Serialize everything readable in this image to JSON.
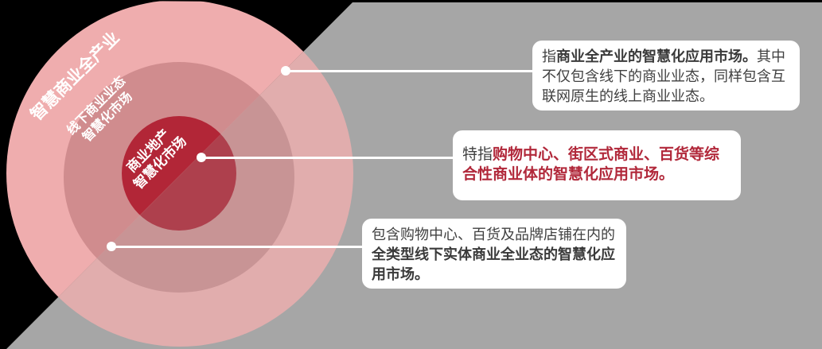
{
  "colors": {
    "background": "#000000",
    "gray_panel": "#a6a6a6",
    "outer_ring": "#efadae",
    "middle_ring": "#d08c8e",
    "inner_circle": "#b22637",
    "accent_red": "#b1283a",
    "callout_bg": "#ffffff",
    "text_dark": "#404040"
  },
  "rings": {
    "outer": {
      "label": "智慧商业全产业"
    },
    "middle": {
      "label_line1": "线下商业业态",
      "label_line2": "智慧化市场"
    },
    "inner": {
      "label_line1": "商业地产",
      "label_line2": "智慧化市场"
    }
  },
  "callouts": {
    "top": {
      "prefix": "指",
      "bold": "商业全产业的智慧化应用市场。",
      "rest": "其中不仅包含线下的商业业态，同样包含互联网原生的线上商业业态。"
    },
    "middle": {
      "prefix": "特指",
      "highlight": "购物中心、街区式商业、百货等综合性商业体的智慧化应用市场。"
    },
    "bottom": {
      "prefix": "包含购物中心、百货及品牌店铺在内的",
      "bold": "全类型线下实体商业全业态的智慧化应用市场。"
    }
  }
}
